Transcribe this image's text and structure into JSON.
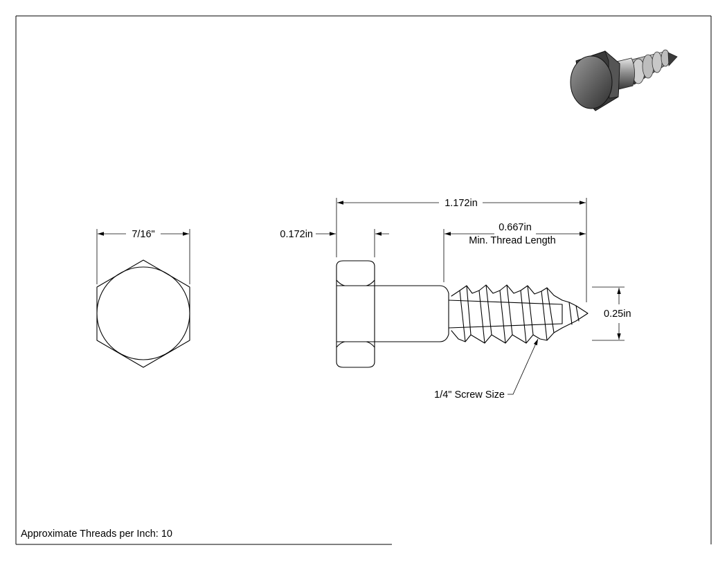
{
  "front_view": {
    "width_dim": "7/16\""
  },
  "side_view": {
    "overall_length": "1.172in",
    "head_height": "0.172in",
    "thread_length_value": "0.667in",
    "thread_length_caption": "Min. Thread Length",
    "diameter": "0.25in",
    "screw_size_callout": "1/4\" Screw Size"
  },
  "note": {
    "threads_per_inch": "Approximate Threads per Inch: 10"
  },
  "colors": {
    "line": "#000000",
    "render_dark": "#3a3a3a",
    "render_mid": "#8a8a8a",
    "render_light": "#d0d0d0"
  }
}
